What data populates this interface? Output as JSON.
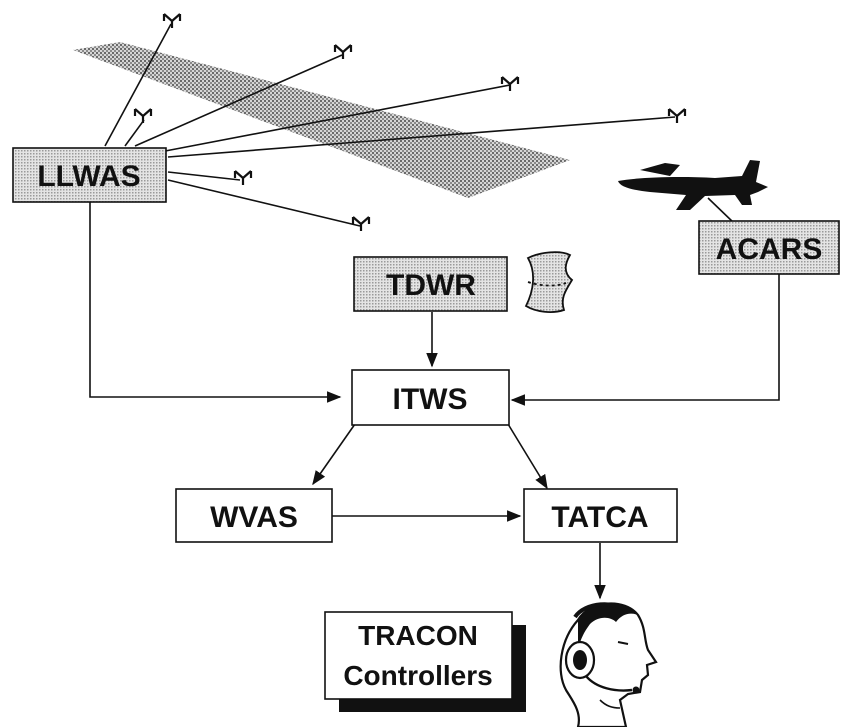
{
  "nodes": {
    "llwas": "LLWAS",
    "tdwr": "TDWR",
    "acars": "ACARS",
    "itws": "ITWS",
    "wvas": "WVAS",
    "tatca": "TATCA",
    "tracon_line1": "TRACON",
    "tracon_line2": "Controllers"
  },
  "colors": {
    "shaded_box": "#cfcfcf",
    "runway": "#9a9a9a",
    "ink": "#111111"
  },
  "icons": [
    "antenna-icon",
    "radar-dish-icon",
    "aircraft-icon",
    "controller-headset-icon"
  ]
}
